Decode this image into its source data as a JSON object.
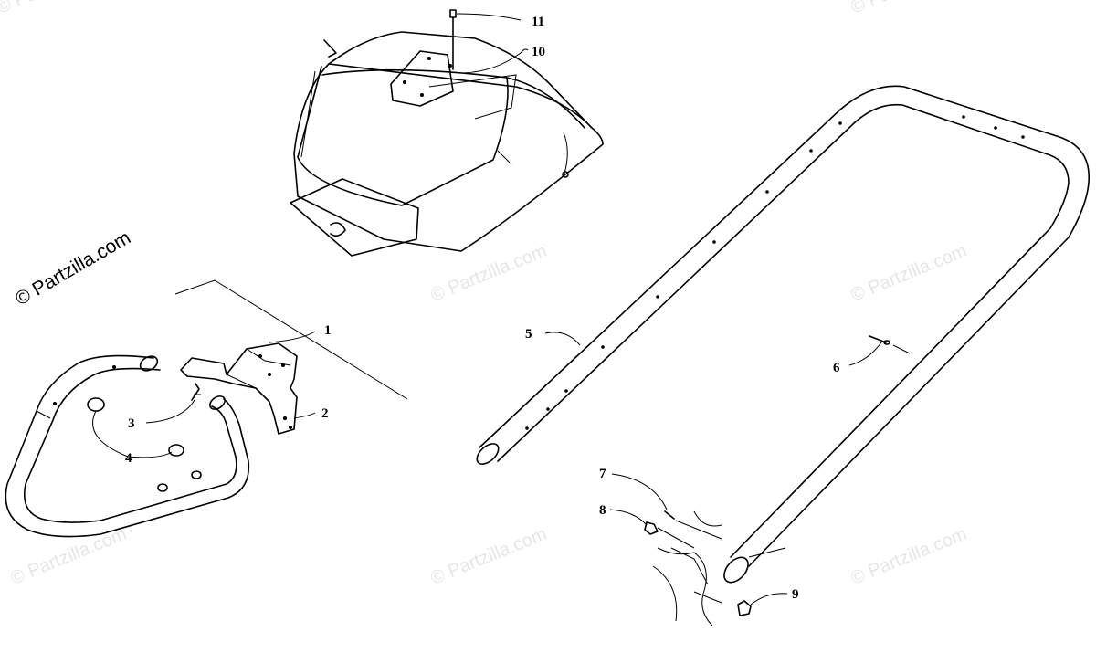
{
  "watermark_text": "© Partzilla.com",
  "brand_text": "© Partzilla.com",
  "callouts": [
    {
      "id": "1",
      "label": "1"
    },
    {
      "id": "2",
      "label": "2"
    },
    {
      "id": "3",
      "label": "3"
    },
    {
      "id": "4",
      "label": "4"
    },
    {
      "id": "5",
      "label": "5"
    },
    {
      "id": "6",
      "label": "6"
    },
    {
      "id": "7",
      "label": "7"
    },
    {
      "id": "8",
      "label": "8"
    },
    {
      "id": "9",
      "label": "9"
    },
    {
      "id": "10",
      "label": "10"
    },
    {
      "id": "11",
      "label": "11"
    }
  ]
}
